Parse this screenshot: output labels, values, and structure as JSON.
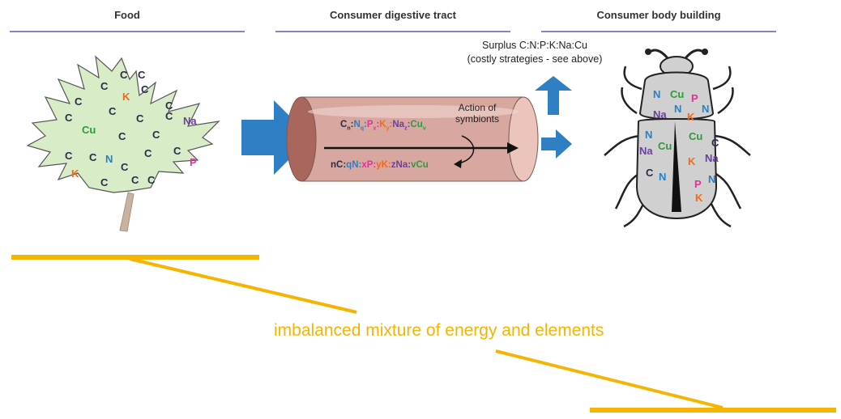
{
  "headers": {
    "food": "Food",
    "digestive": "Consumer digestive tract",
    "body": "Consumer body building"
  },
  "colors": {
    "C": "#2b2b4a",
    "N": "#2a7fc7",
    "P": "#e0339a",
    "K": "#f06a1c",
    "Na": "#6b3fa0",
    "Cu": "#2e9a3c",
    "accent": "#f5b400",
    "arrow": "#2f7fc5",
    "leaf": "#d8ecc8",
    "header_line": "#8a7fc0"
  },
  "leaf_elements": [
    "C",
    "C",
    "C",
    "C",
    "K",
    "C",
    "C",
    "C",
    "Cu",
    "C",
    "C",
    "C",
    "Na",
    "C",
    "C",
    "C",
    "N",
    "C",
    "C",
    "C",
    "K",
    "C",
    "P",
    "C",
    "C",
    "C"
  ],
  "gut_formula_top": {
    "C": "C",
    "n": "n",
    "N": "N",
    "q": "q",
    "P": "P",
    "x": "x",
    "K": "K",
    "y": "y",
    "Na": "Na",
    "z": "z",
    "Cu": "Cu",
    "v": "v"
  },
  "gut_formula_bottom": {
    "c": "nC:",
    "n": "qN:",
    "p": "xP:",
    "k": "yK:",
    "na": "zNa:",
    "cu": "vCu"
  },
  "action_label": [
    "Action of",
    "symbionts"
  ],
  "surplus": [
    "Surplus C:N:P:K:Na:Cu",
    "(costly strategies - see above)"
  ],
  "beetle_elements": [
    "N",
    "Cu",
    "P",
    "Na",
    "N",
    "N",
    "K",
    "N",
    "Cu",
    "C",
    "Na",
    "Cu",
    "Na",
    "K",
    "C",
    "N",
    "P",
    "N",
    "K"
  ],
  "caption": "imbalanced mixture of energy and elements"
}
